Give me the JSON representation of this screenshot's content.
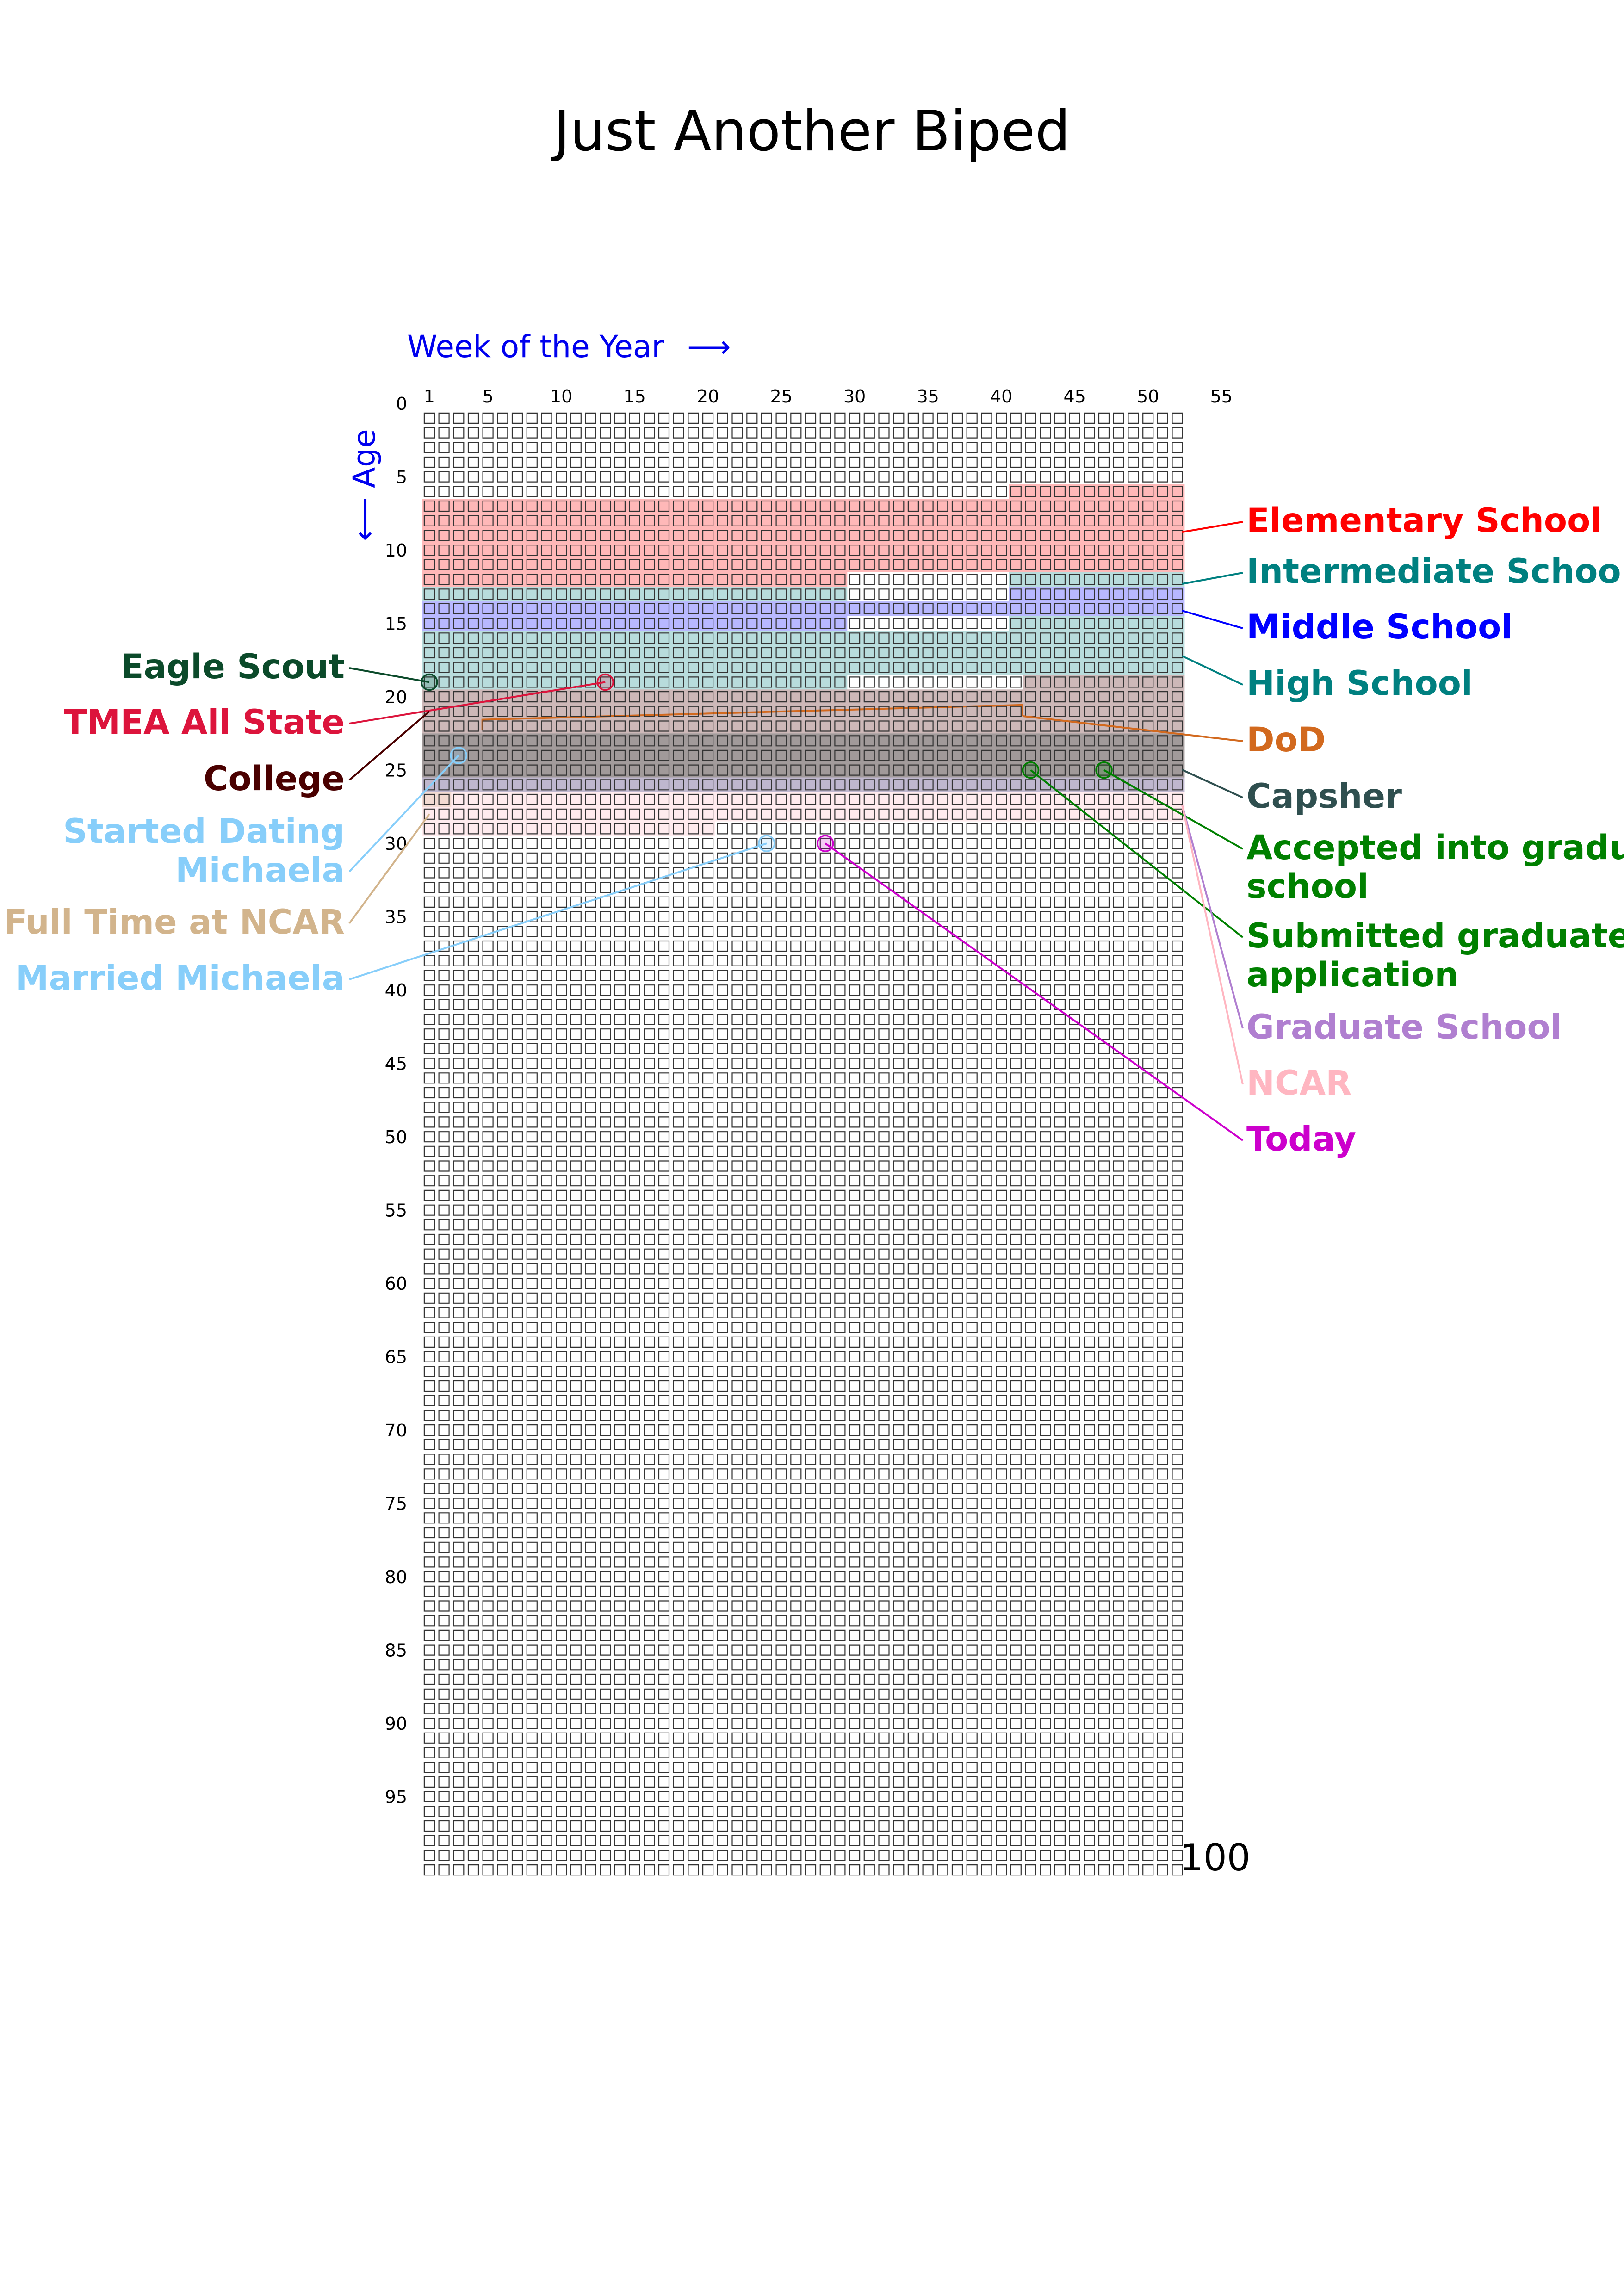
{
  "chart_data": {
    "type": "heatmap",
    "title": "Just Another Biped",
    "xlabel": "Week of the Year",
    "ylabel": "Age",
    "x_ticks": [
      "1",
      "5",
      "10",
      "15",
      "20",
      "25",
      "30",
      "35",
      "40",
      "45",
      "50",
      "55"
    ],
    "y_ticks": [
      "0",
      "5",
      "10",
      "15",
      "20",
      "25",
      "30",
      "35",
      "40",
      "45",
      "50",
      "55",
      "60",
      "65",
      "70",
      "75",
      "80",
      "85",
      "90",
      "95"
    ],
    "bottom_label": "100",
    "grid": {
      "weeks": 52,
      "years": 100,
      "cell": "square outline"
    },
    "periods": [
      {
        "name": "Elementary School",
        "color": "#ff0000",
        "start": [
          5,
          40
        ],
        "end": [
          11,
          29
        ],
        "label_side": "right"
      },
      {
        "name": "Intermediate School",
        "color": "#008080",
        "start": [
          11,
          40
        ],
        "end": [
          12,
          29
        ],
        "label_side": "right"
      },
      {
        "name": "Middle School",
        "color": "#0000ff",
        "start": [
          12,
          40
        ],
        "end": [
          14,
          29
        ],
        "label_side": "right"
      },
      {
        "name": "High School",
        "color": "#008080",
        "start": [
          14,
          40
        ],
        "end": [
          18,
          29
        ],
        "label_side": "right"
      },
      {
        "name": "College",
        "color": "#4a0000",
        "start": [
          18,
          41
        ],
        "end": [
          25,
          0
        ],
        "label_side": "left"
      },
      {
        "name": "DoD",
        "color": "#d2691e",
        "start": [
          21,
          4
        ],
        "end": [
          20,
          40
        ],
        "outline": true,
        "label_side": "right"
      },
      {
        "name": "Capsher",
        "color": "#2f4f4f",
        "start": [
          22,
          0
        ],
        "end": [
          26,
          0
        ],
        "label_side": "right"
      },
      {
        "name": "Graduate School",
        "color": "#b07fd0",
        "start": [
          25,
          0
        ],
        "end": [
          26,
          0
        ],
        "label_side": "right"
      },
      {
        "name": "NCAR",
        "color": "#ffb6c1",
        "start": [
          26,
          0
        ],
        "end": [
          28,
          20
        ],
        "label_side": "right"
      },
      {
        "name": "Full Time at NCAR",
        "color": "#d2b48c",
        "start": [
          26,
          0
        ],
        "end": [
          26,
          2
        ],
        "label_side": "left"
      }
    ],
    "events": [
      {
        "name": "Eagle Scout",
        "color": "#0b4a2a",
        "week": 0,
        "year": 18,
        "label_side": "left"
      },
      {
        "name": "TMEA All State",
        "color": "#dc143c",
        "week": 12,
        "year": 18,
        "label_side": "left"
      },
      {
        "name": "Started Dating Michaela",
        "color": "#87cefa",
        "week": 2,
        "year": 23,
        "label_side": "left"
      },
      {
        "name": "Married Michaela",
        "color": "#87cefa",
        "week": 23,
        "year": 29,
        "label_side": "left"
      },
      {
        "name": "Accepted into graduate school",
        "color": "#008000",
        "week": 46,
        "year": 24,
        "label_side": "right"
      },
      {
        "name": "Submitted graduate application",
        "color": "#008000",
        "week": 41,
        "year": 24,
        "label_side": "right"
      },
      {
        "name": "Today",
        "color": "#cc00cc",
        "week": 27,
        "year": 29,
        "label_side": "right"
      }
    ],
    "labels_left": [
      {
        "lines": [
          "Eagle Scout"
        ],
        "color": "#0b4a2a"
      },
      {
        "lines": [
          "TMEA All State"
        ],
        "color": "#dc143c"
      },
      {
        "lines": [
          "College"
        ],
        "color": "#4a0000"
      },
      {
        "lines": [
          "Started Dating",
          "Michaela"
        ],
        "color": "#87cefa"
      },
      {
        "lines": [
          "Full Time at NCAR"
        ],
        "color": "#d2b48c"
      },
      {
        "lines": [
          "Married Michaela"
        ],
        "color": "#87cefa"
      }
    ],
    "labels_right": [
      {
        "lines": [
          "Elementary School"
        ],
        "color": "#ff0000"
      },
      {
        "lines": [
          "Intermediate School"
        ],
        "color": "#008080"
      },
      {
        "lines": [
          "Middle School"
        ],
        "color": "#0000ff"
      },
      {
        "lines": [
          "High School"
        ],
        "color": "#008080"
      },
      {
        "lines": [
          "DoD"
        ],
        "color": "#d2691e"
      },
      {
        "lines": [
          "Capsher"
        ],
        "color": "#2f4f4f"
      },
      {
        "lines": [
          "Accepted into graduate",
          "school"
        ],
        "color": "#008000"
      },
      {
        "lines": [
          "Submitted graduate",
          "application"
        ],
        "color": "#008000"
      },
      {
        "lines": [
          "Graduate School"
        ],
        "color": "#b07fd0"
      },
      {
        "lines": [
          "NCAR"
        ],
        "color": "#ffb6c1"
      },
      {
        "lines": [
          "Today"
        ],
        "color": "#cc00cc"
      }
    ],
    "axis_color": "#0000ee"
  }
}
